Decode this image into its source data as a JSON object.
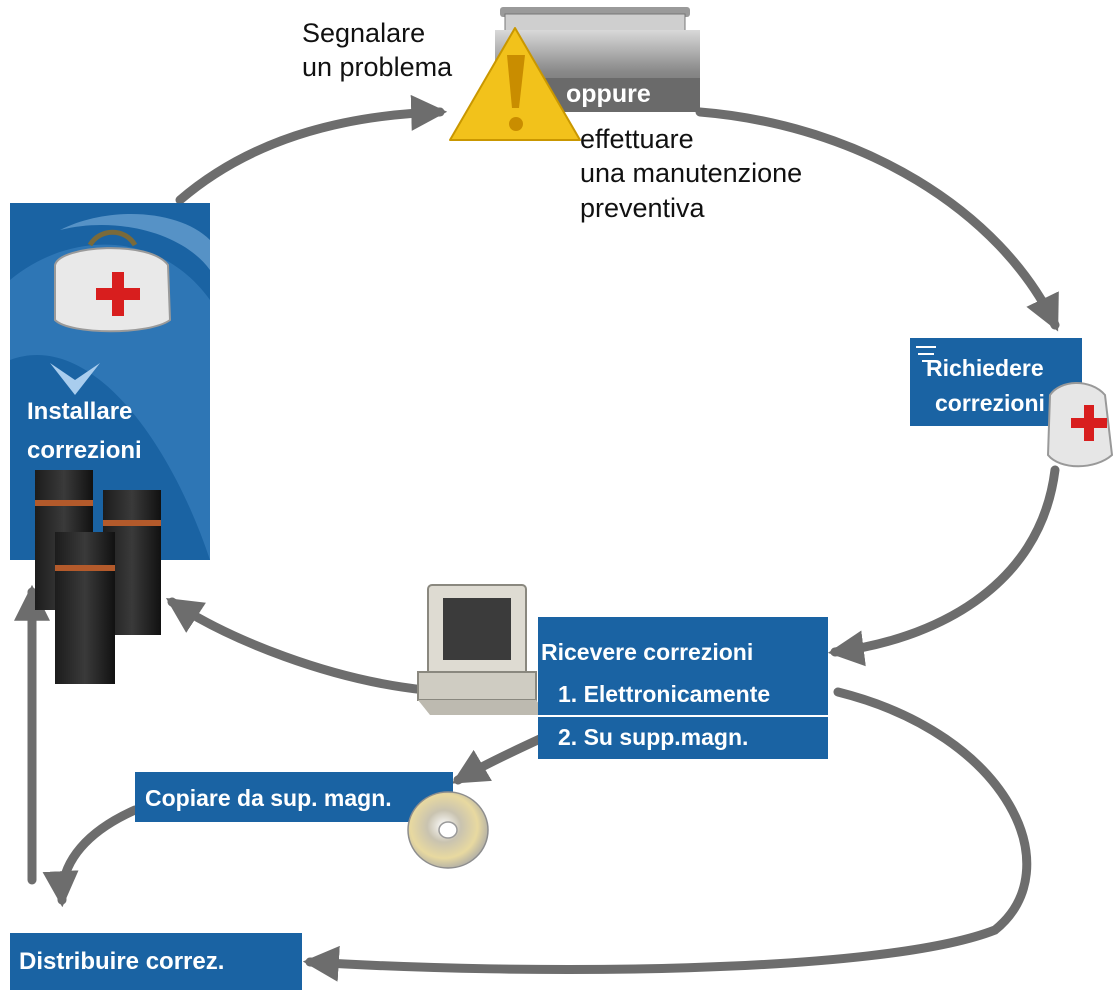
{
  "top": {
    "report_line1": "Segnalare",
    "report_line2": "un problema",
    "or_label": "oppure",
    "maint_line1": "effettuare",
    "maint_line2": "una manutenzione",
    "maint_line3": "preventiva"
  },
  "install": {
    "line1": "Installare",
    "line2": "correzioni"
  },
  "request": {
    "line1": "Richiedere",
    "line2": "correzioni"
  },
  "receive": {
    "title": "Ricevere correzioni",
    "option1": "1. Elettronicamente",
    "option2": "2. Su supp.magn."
  },
  "copy": {
    "label": "Copiare da sup. magn."
  },
  "distribute": {
    "label": "Distribuire correz."
  },
  "colors": {
    "box_blue": "#1a63a3",
    "arrow_gray": "#6d6d6d",
    "warning_yellow": "#f2c21b"
  },
  "icons": [
    "warning-icon",
    "toolbox-icon",
    "medical-kit-icon",
    "server-icon",
    "computer-icon",
    "cd-icon"
  ]
}
